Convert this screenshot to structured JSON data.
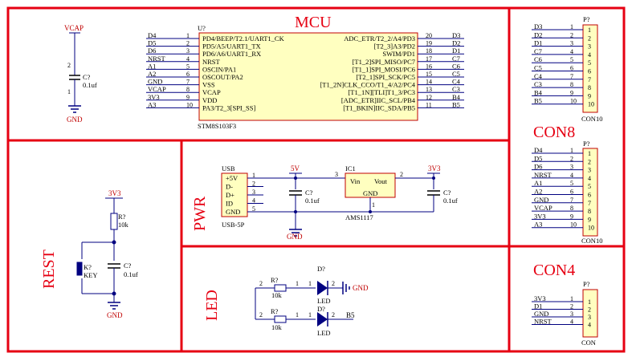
{
  "colors": {
    "frame": "#e60012",
    "wire": "#000080",
    "body": "#ffffc0",
    "text": "#000000",
    "red": "#c00000"
  },
  "sections": {
    "mcu": "MCU",
    "con8": "CON8",
    "rest": "REST",
    "pwr": "PWR",
    "led": "LED",
    "con4": "CON4"
  },
  "vcap_block": {
    "net": "VCAP",
    "ref": "C?",
    "value": "0.1uf",
    "gnd": "GND",
    "pin1": "1",
    "pin2": "2"
  },
  "mcu": {
    "ref": "U?",
    "part": "STM8S103F3",
    "left_nets": [
      "D4",
      "D5",
      "D6",
      "NRST",
      "A1",
      "A2",
      "GND",
      "VCAP",
      "3V3",
      "A3"
    ],
    "left_nums": [
      "1",
      "2",
      "3",
      "4",
      "5",
      "6",
      "7",
      "8",
      "9",
      "10"
    ],
    "left_pins": [
      "PD4/BEEP/T2.1/UART1_CK",
      "PD5/A5/UART1_TX",
      "PD6/A6/UART1_RX",
      "NRST",
      "OSCIN/PA1",
      "OSCOUT/PA2",
      "VSS",
      "VCAP",
      "VDD",
      "PA3/T2_3[SPI_SS]"
    ],
    "right_pins": [
      "ADC_ETR/T2_2/A4/PD3",
      "[T2_3]A3/PD2",
      "SWIM/PD1",
      "[T1_2]SPI_MISO/PC7",
      "[T1_1]SPI_MOSI/PC6",
      "[T2_1]SPI_SCK/PC5",
      "[T1_2N]CLK_CCO/T1_4/A2/PC4",
      "[T1_1N][TLI]T1_3/PC3",
      "[ADC_ETR]IIC_SCL/PB4",
      "[T1_BKIN]IIC_SDA/PB5"
    ],
    "right_nums": [
      "20",
      "19",
      "18",
      "17",
      "16",
      "15",
      "14",
      "13",
      "12",
      "11"
    ],
    "right_nets": [
      "D3",
      "D2",
      "D1",
      "C7",
      "C6",
      "C5",
      "C4",
      "C3",
      "B4",
      "B5"
    ]
  },
  "con10_a": {
    "ref": "P?",
    "part": "CON10",
    "nets": [
      "D3",
      "D2",
      "D1",
      "C7",
      "C6",
      "C5",
      "C4",
      "C3",
      "B4",
      "B5"
    ],
    "nums": [
      "1",
      "2",
      "3",
      "4",
      "5",
      "6",
      "7",
      "8",
      "9",
      "10"
    ]
  },
  "con10_b": {
    "ref": "P?",
    "part": "CON10",
    "nets": [
      "D4",
      "D5",
      "D6",
      "NRST",
      "A1",
      "A2",
      "GND",
      "VCAP",
      "3V3",
      "A3"
    ],
    "nums": [
      "1",
      "2",
      "3",
      "4",
      "5",
      "6",
      "7",
      "8",
      "9",
      "10"
    ]
  },
  "con4": {
    "ref": "P?",
    "part": "CON",
    "nets": [
      "3V3",
      "D1",
      "GND",
      "NRST"
    ],
    "nums": [
      "1",
      "2",
      "3",
      "4"
    ]
  },
  "reset": {
    "net": "3V3",
    "r_ref": "R?",
    "r_val": "10k",
    "k_ref": "K?",
    "k_val": "KEY",
    "c_ref": "C?",
    "c_val": "0.1uf",
    "gnd": "GND"
  },
  "pwr": {
    "usb_ref": "USB",
    "usb_part": "USB-5P",
    "usb_pins": [
      "+5V",
      "D-",
      "D+",
      "ID",
      "GND"
    ],
    "usb_nums": [
      "1",
      "2",
      "3",
      "4",
      "5"
    ],
    "net_5v": "5V",
    "c1_ref": "C?",
    "c1_val": "0.1uf",
    "gnd": "GND",
    "ic_ref": "IC1",
    "ic_part": "AMS1117",
    "ic_vin": "Vin",
    "ic_vout": "Vout",
    "ic_gnd": "GND",
    "ic_n3": "3",
    "ic_n2": "2",
    "ic_n1": "1",
    "net_3v3": "3V3",
    "c2_ref": "C?",
    "c2_val": "0.1uf"
  },
  "led": {
    "r1_ref": "R?",
    "r1_val": "10k",
    "d1_ref": "D?",
    "d1_val": "LED",
    "gnd": "GND",
    "r2_ref": "R?",
    "r2_val": "10k",
    "d2_ref": "D?",
    "d2_val": "LED",
    "net_b5": "B5",
    "n1": "1",
    "n2": "2"
  }
}
